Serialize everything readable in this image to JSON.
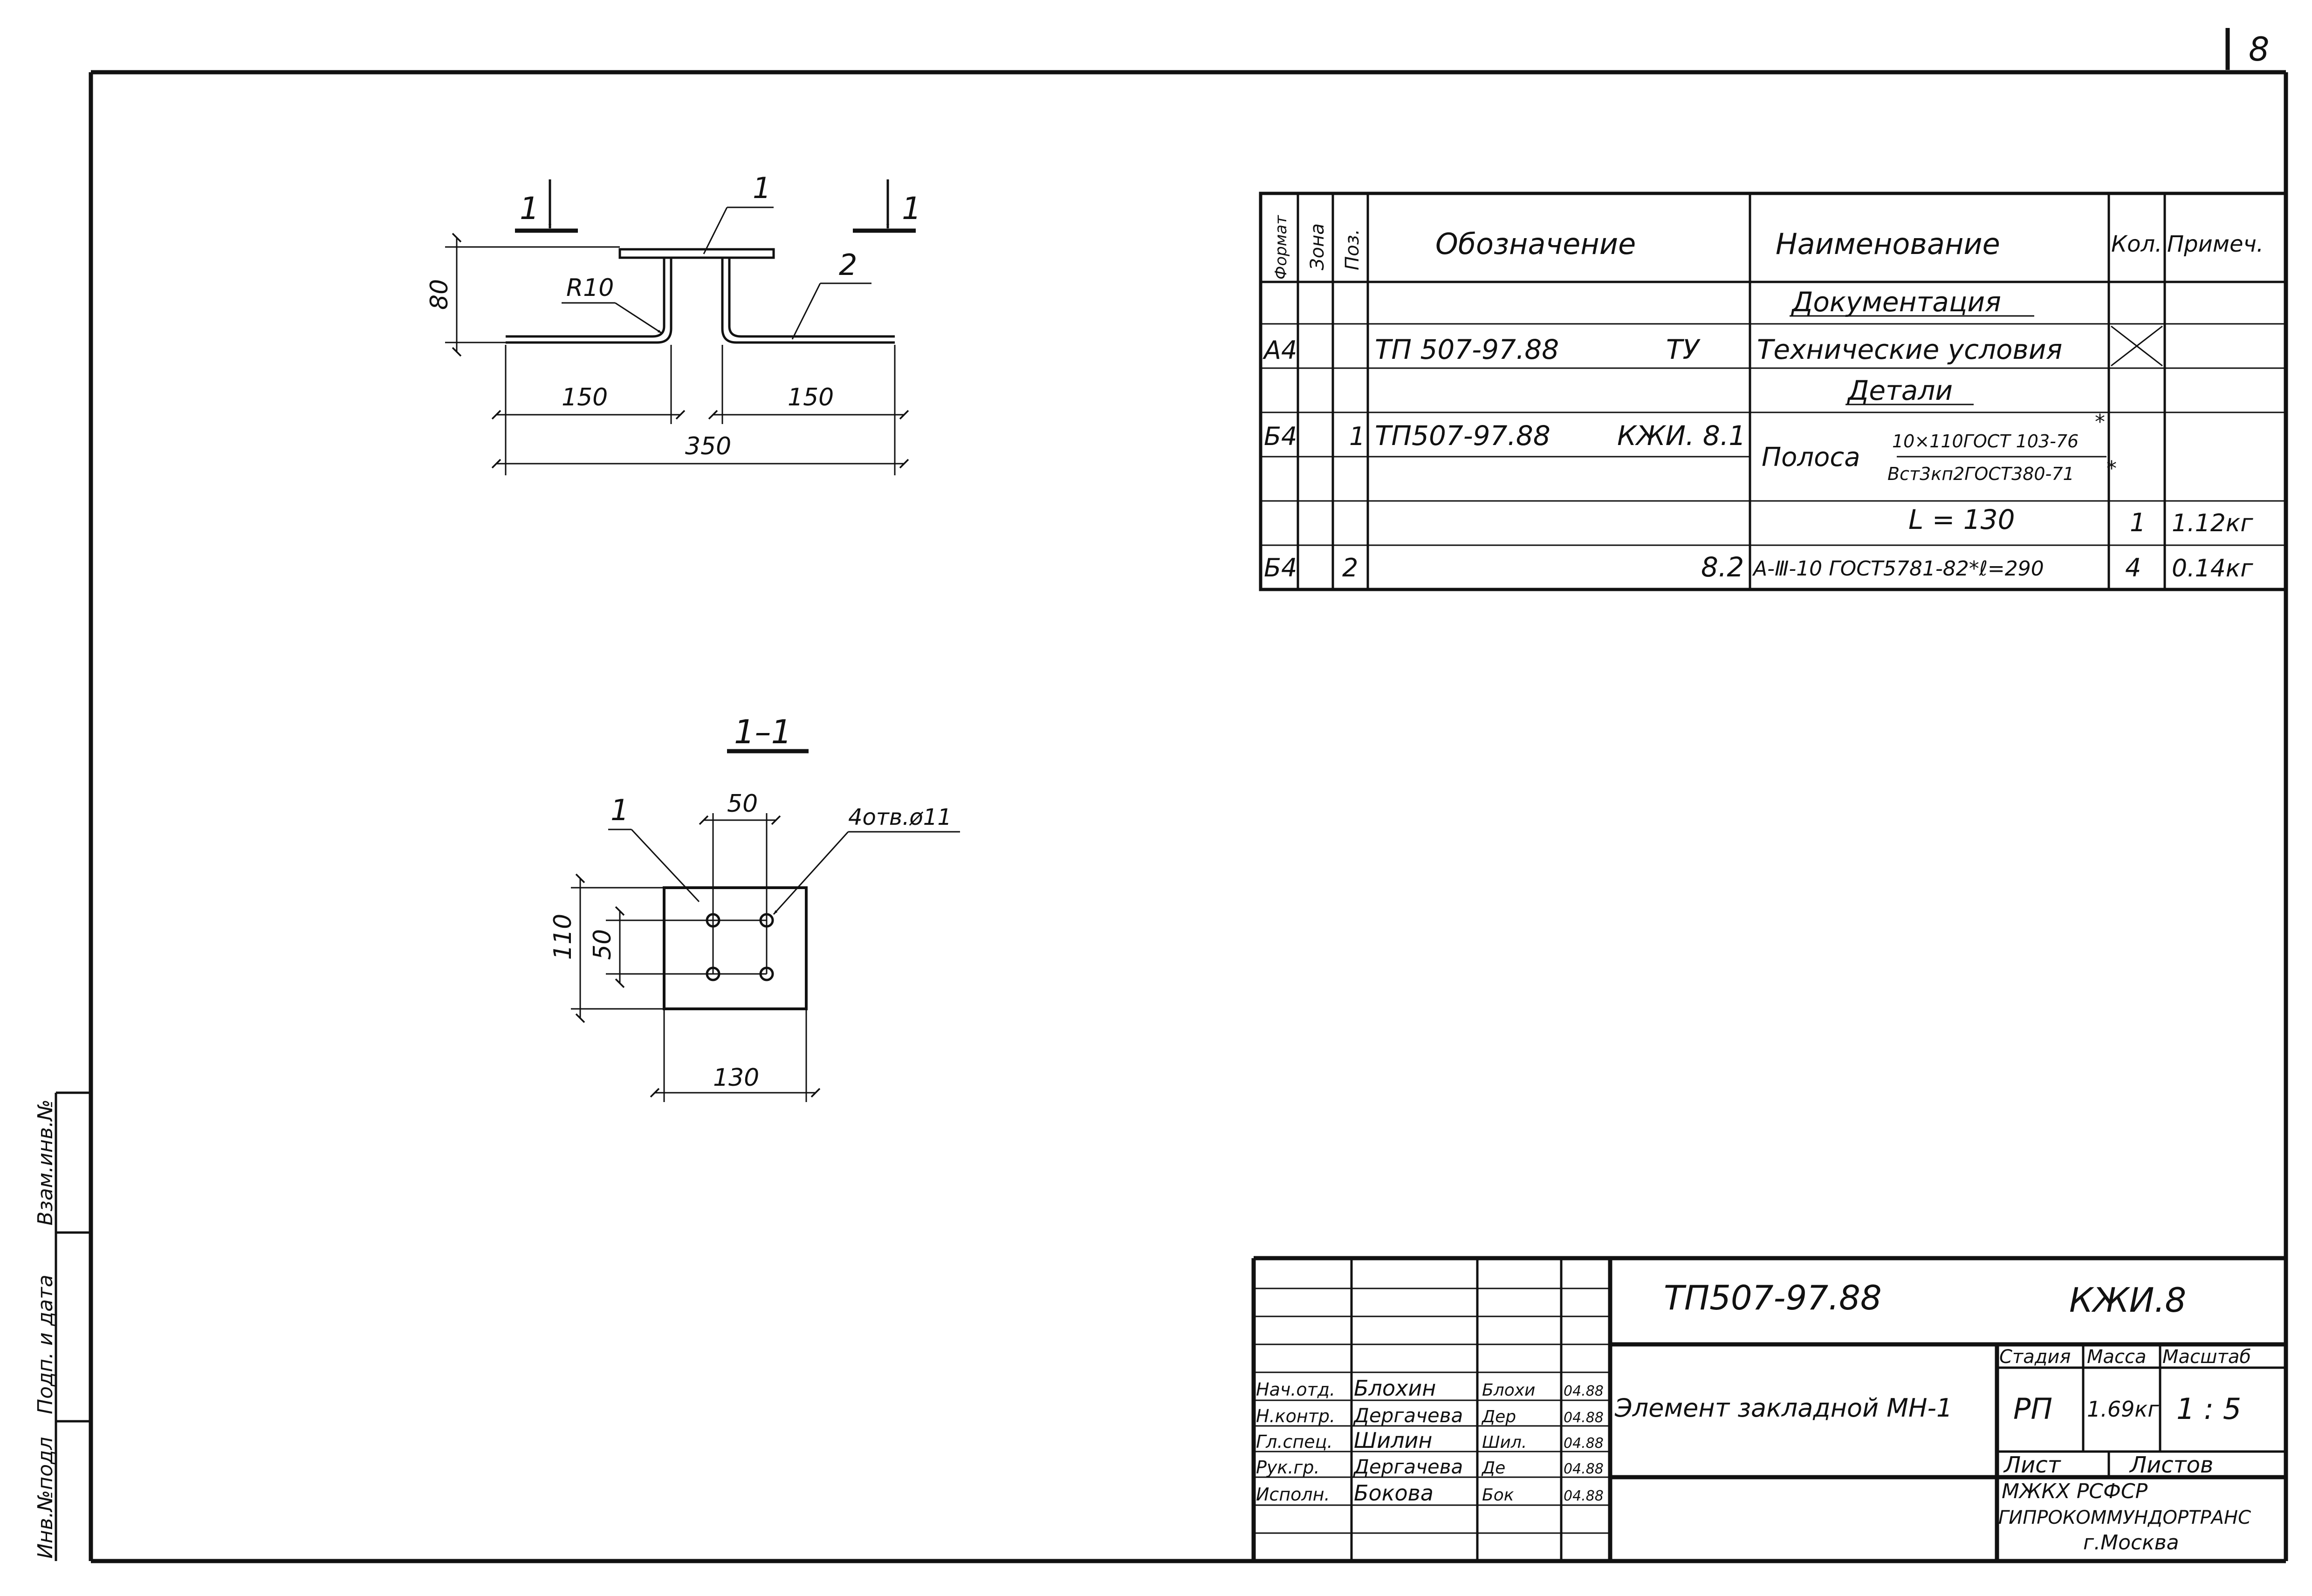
{
  "sheet": {
    "number": "8"
  },
  "top_view": {
    "section_mark_left": "1",
    "section_mark_right": "1",
    "pos_1_label": "1",
    "pos_2_label": "2",
    "dim_height": "80",
    "radius_label": "R10",
    "dim_left": "150",
    "dim_right": "150",
    "dim_total": "350"
  },
  "section_view": {
    "title": "1–1",
    "pos_label": "1",
    "dim_hole_spacing_x": "50",
    "holes_label": "4отв.ø11",
    "dim_height": "110",
    "dim_hole_spacing_y": "50",
    "dim_width": "130"
  },
  "spec_table": {
    "headers": {
      "format": "Формат",
      "zone": "Зона",
      "pos": "Поз.",
      "designation": "Обозначение",
      "name": "Наименование",
      "qty": "Кол.",
      "note": "Примеч."
    },
    "section_docs": "Документация",
    "row_tu": {
      "format": "А4",
      "designation": "ТП 507-97.88",
      "code": "ТУ",
      "name": "Технические условия"
    },
    "section_parts": "Детали",
    "row_1": {
      "format": "Б4",
      "pos": "1",
      "designation": "ТП507-97.88",
      "code": "КЖИ. 8.1",
      "name": "Полоса",
      "name_top": "10×110ГОСТ 103-76",
      "name_bottom": "Вст3кп2ГОСТ380-71",
      "star": "*"
    },
    "row_1b": {
      "name": "L = 130",
      "qty": "1",
      "note": "1.12кг"
    },
    "row_2": {
      "format": "Б4",
      "pos": "2",
      "code": "8.2",
      "name": "А-Ⅲ-10 ГОСТ5781-82*ℓ=290",
      "qty": "4",
      "note": "0.14кг"
    }
  },
  "side_stamp": {
    "field_inv": "Инв.№подл",
    "field_sign": "Подп. и дата",
    "field_replace": "Взам.инв.№"
  },
  "title_block": {
    "doc_number": "ТП507-97.88",
    "doc_code": "КЖИ.8",
    "element_name": "Элемент закладной МН-1",
    "stage_label": "Стадия",
    "mass_label": "Масса",
    "scale_label": "Масштаб",
    "stage": "РП",
    "mass": "1.69кг",
    "scale": "1 : 5",
    "sheet_label": "Лист",
    "sheets_label": "Листов",
    "org_line1": "МЖКХ        РСФСР",
    "org_line2": "ГИПРОКОММУНДОРТРАНС",
    "org_line3": "г.Москва",
    "signers": [
      {
        "role": "Нач.отд.",
        "name": "Блохин",
        "sign": "Блохи",
        "date": "04.88"
      },
      {
        "role": "Н.контр.",
        "name": "Дергачева",
        "sign": "Дер",
        "date": "04.88"
      },
      {
        "role": "Гл.спец.",
        "name": "Шилин",
        "sign": "Шил.",
        "date": "04.88"
      },
      {
        "role": "Рук.гр.",
        "name": "Дергачева",
        "sign": "Де",
        "date": "04.88"
      },
      {
        "role": "Исполн.",
        "name": "Бокова",
        "sign": "Бок",
        "date": "04.88"
      }
    ]
  }
}
